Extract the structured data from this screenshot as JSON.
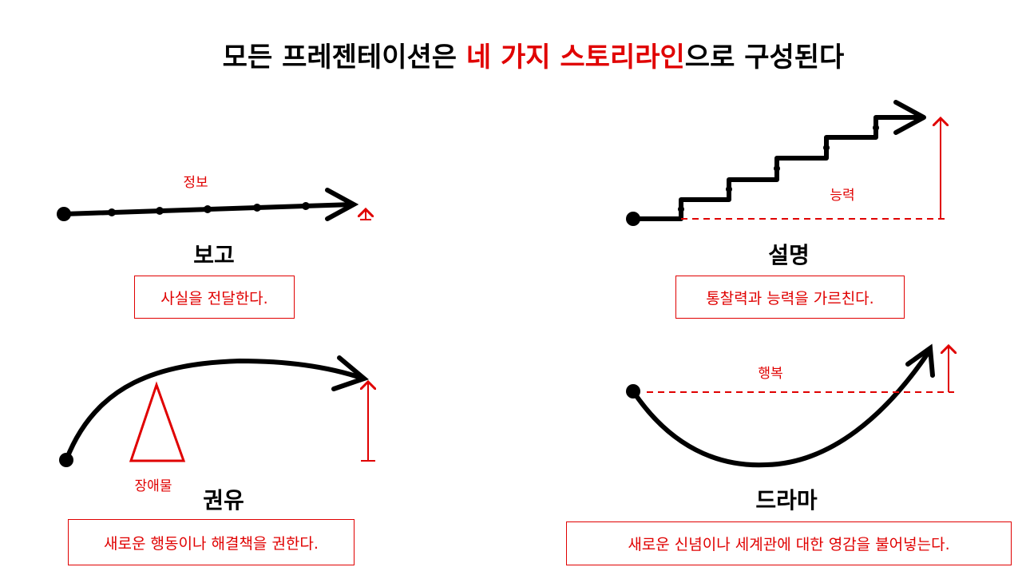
{
  "title": {
    "part1": "모든 프레젠테이션은 ",
    "part2": "네 가지 스토리라인",
    "part3": "으로 구성된다"
  },
  "colors": {
    "accent": "#e00000",
    "ink": "#000000"
  },
  "storylines": [
    {
      "name": "보고",
      "label": "정보",
      "description": "사실을 전달한다."
    },
    {
      "name": "설명",
      "label": "능력",
      "description": "통찰력과 능력을 가르친다."
    },
    {
      "name": "권유",
      "label": "장애물",
      "description": "새로운 행동이나 해결책을 권한다."
    },
    {
      "name": "드라마",
      "label": "행복",
      "description": "새로운 신념이나 세계관에 대한 영감을 불어넣는다."
    }
  ]
}
